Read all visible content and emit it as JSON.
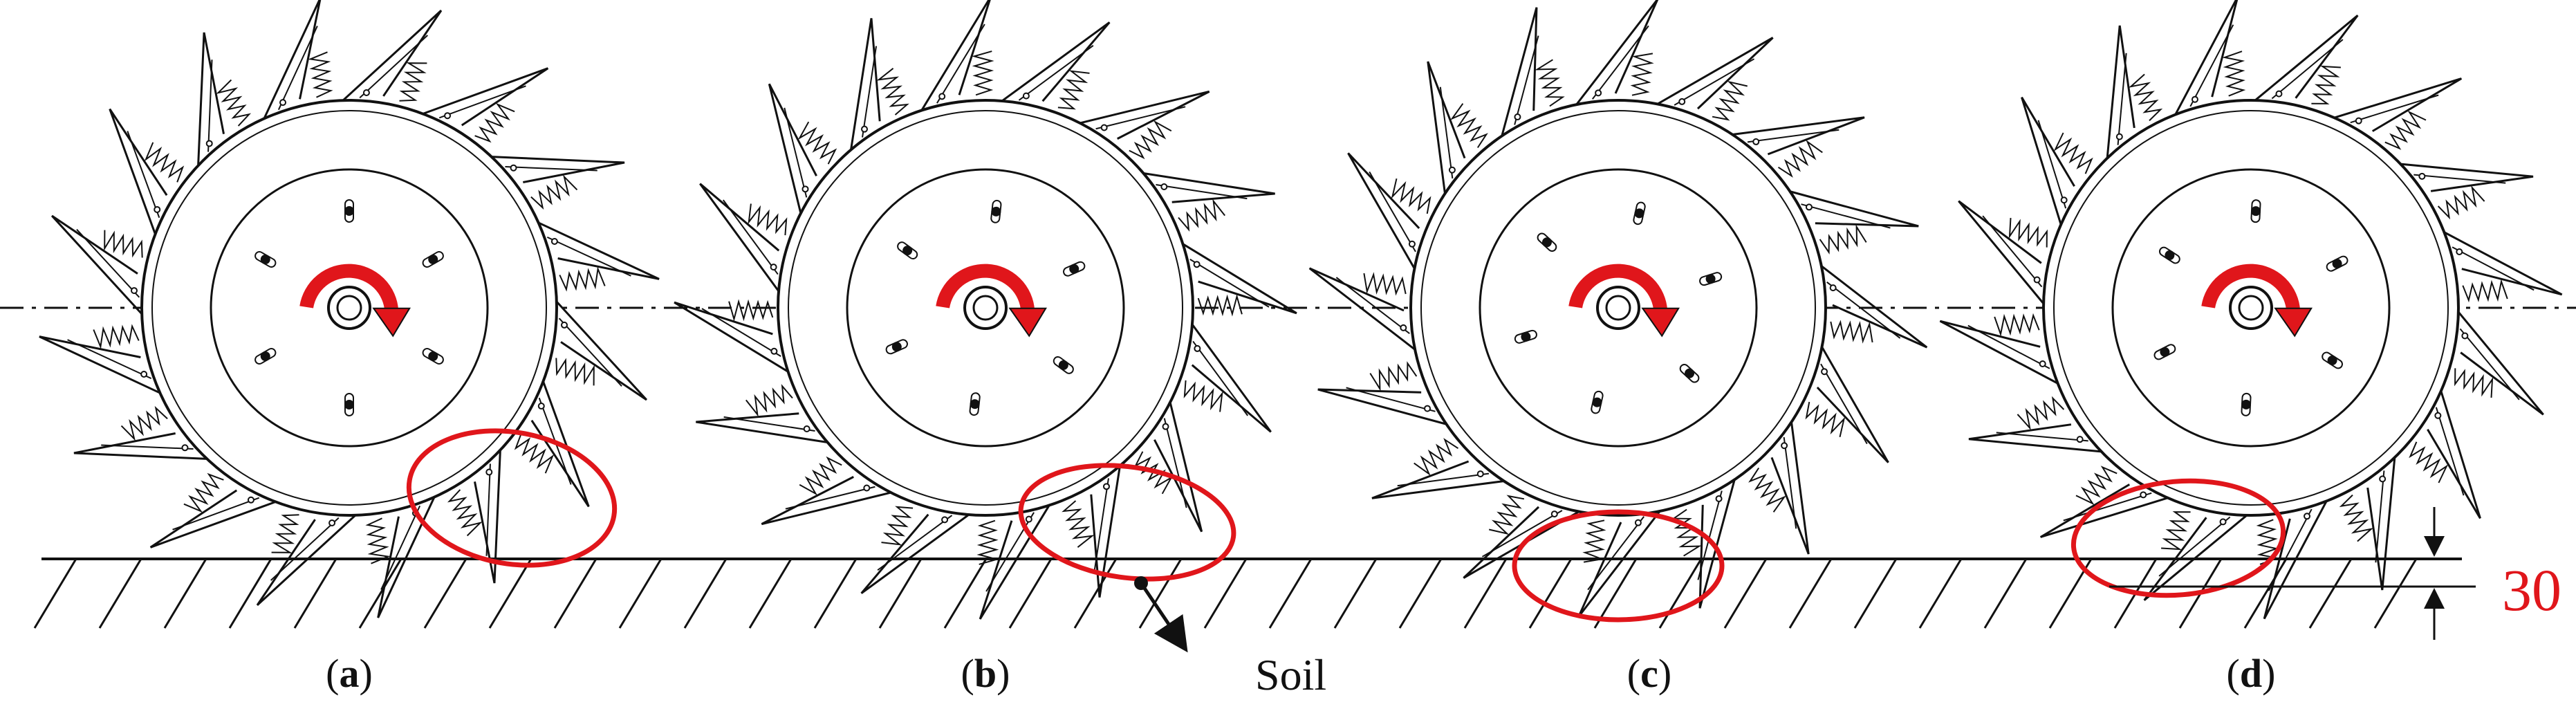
{
  "panels": [
    {
      "id": "a",
      "label_open": "(",
      "label_letter": "a",
      "label_close": ")"
    },
    {
      "id": "b",
      "label_open": "(",
      "label_letter": "b",
      "label_close": ")"
    },
    {
      "id": "c",
      "label_open": "(",
      "label_letter": "c",
      "label_close": ")"
    },
    {
      "id": "d",
      "label_open": "(",
      "label_letter": "d",
      "label_close": ")"
    }
  ],
  "soil_label": "Soil",
  "depth_label": "30",
  "colors": {
    "line": "#111111",
    "highlight": "#e0161b",
    "arrow": "#e0161b"
  },
  "icons": [
    "rotation-arrow-icon",
    "soil-pointer-arrow-icon",
    "dimension-arrow-icon"
  ]
}
